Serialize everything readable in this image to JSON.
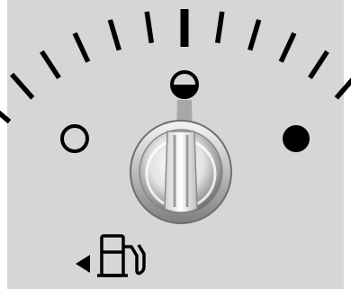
{
  "gauge": {
    "type": "fuel-gauge",
    "needle_level": 0.5,
    "tick_count": 15,
    "major_ticks": [
      0,
      7,
      14
    ],
    "markers": [
      {
        "name": "empty-marker",
        "icon": "empty-circle-icon",
        "level": 0
      },
      {
        "name": "half-marker",
        "icon": "half-filled-circle-icon",
        "level": 0.5
      },
      {
        "name": "full-marker",
        "icon": "filled-circle-icon",
        "level": 1
      }
    ],
    "fuel_door_side": "left",
    "fuel_door_indicator_icon": "left-triangle-arrow-icon",
    "fuel_pump_icon": "fuel-pump-icon"
  },
  "colors": {
    "face": "#d6d6d6",
    "ink": "#000000",
    "needle": "#a8a8a8",
    "hub_light": "#f4f4f4",
    "hub_dark": "#8c8c8c"
  }
}
